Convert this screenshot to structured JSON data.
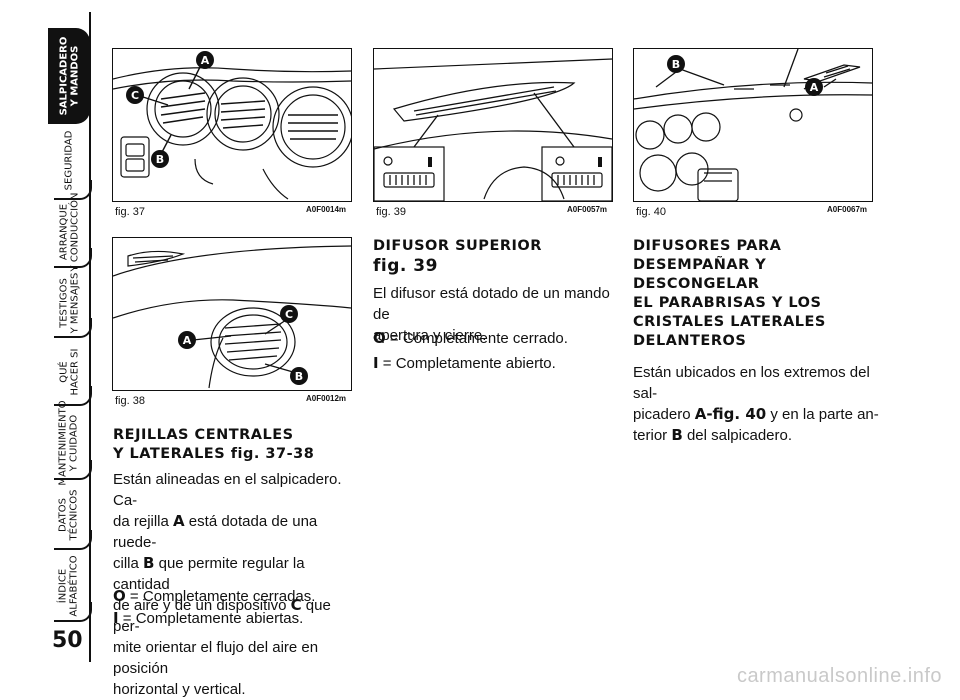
{
  "sidebar": {
    "tabs": [
      {
        "l1": "SALPICADERO",
        "l2": "Y MANDOS"
      },
      {
        "l1": "SEGURIDAD",
        "l2": ""
      },
      {
        "l1": "ARRANQUE",
        "l2": "Y CONDUCCIÓN"
      },
      {
        "l1": "TESTIGOS",
        "l2": "Y MENSAJES"
      },
      {
        "l1": "QUÉ",
        "l2": "HACER SI"
      },
      {
        "l1": "MANTENIMIENTO",
        "l2": "Y CUIDADO"
      },
      {
        "l1": "DATOS",
        "l2": "TÉCNICOS"
      },
      {
        "l1": "ÍNDICE",
        "l2": "ALFABÉTICO"
      }
    ],
    "page_number": "50"
  },
  "figures": {
    "fig37": {
      "label": "fig. 37",
      "code": "A0F0014m",
      "callouts": [
        "A",
        "B",
        "C"
      ]
    },
    "fig38": {
      "label": "fig. 38",
      "code": "A0F0012m",
      "callouts": [
        "A",
        "B",
        "C"
      ]
    },
    "fig39": {
      "label": "fig. 39",
      "code": "A0F0057m"
    },
    "fig40": {
      "label": "fig. 40",
      "code": "A0F0067m",
      "callouts": [
        "A",
        "B"
      ]
    }
  },
  "col1": {
    "heading_l1": "REJILLAS CENTRALES",
    "heading_l2": "Y LATERALES fig. 37-38",
    "p1": [
      "Están alineadas en el salpicadero. Ca-",
      "da rejilla ",
      "A",
      " está dotada de una ruede-",
      "cilla ",
      "B",
      " que permite regular la cantidad",
      "de aire y de un dispositivo ",
      "C",
      " que per-",
      "mite orientar el flujo del aire en posición",
      "horizontal y vertical."
    ],
    "p2_key": "O",
    "p2_text": " = Completamente cerradas.",
    "p3_key": "I",
    "p3_text": " = Completamente abiertas."
  },
  "col2": {
    "heading_l1": "DIFUSOR SUPERIOR",
    "heading_l2": "fig. 39",
    "p1_l1": "El difusor está dotado de un mando de",
    "p1_l2": "apertura y cierre.",
    "p2_key": "O",
    "p2_text": " = Completamente cerrado.",
    "p3_key": "I",
    "p3_text": " = Completamente abierto."
  },
  "col3": {
    "heading": [
      "DIFUSORES PARA",
      "DESEMPAÑAR Y",
      "DESCONGELAR",
      "EL PARABRISAS Y LOS",
      "CRISTALES LATERALES",
      "DELANTEROS"
    ],
    "p1": [
      "Están ubicados en los extremos del sal-",
      "picadero ",
      "A-fig. 40",
      " y en la parte an-",
      "terior ",
      "B",
      " del salpicadero."
    ]
  },
  "watermark": "carmanualsonline.info"
}
